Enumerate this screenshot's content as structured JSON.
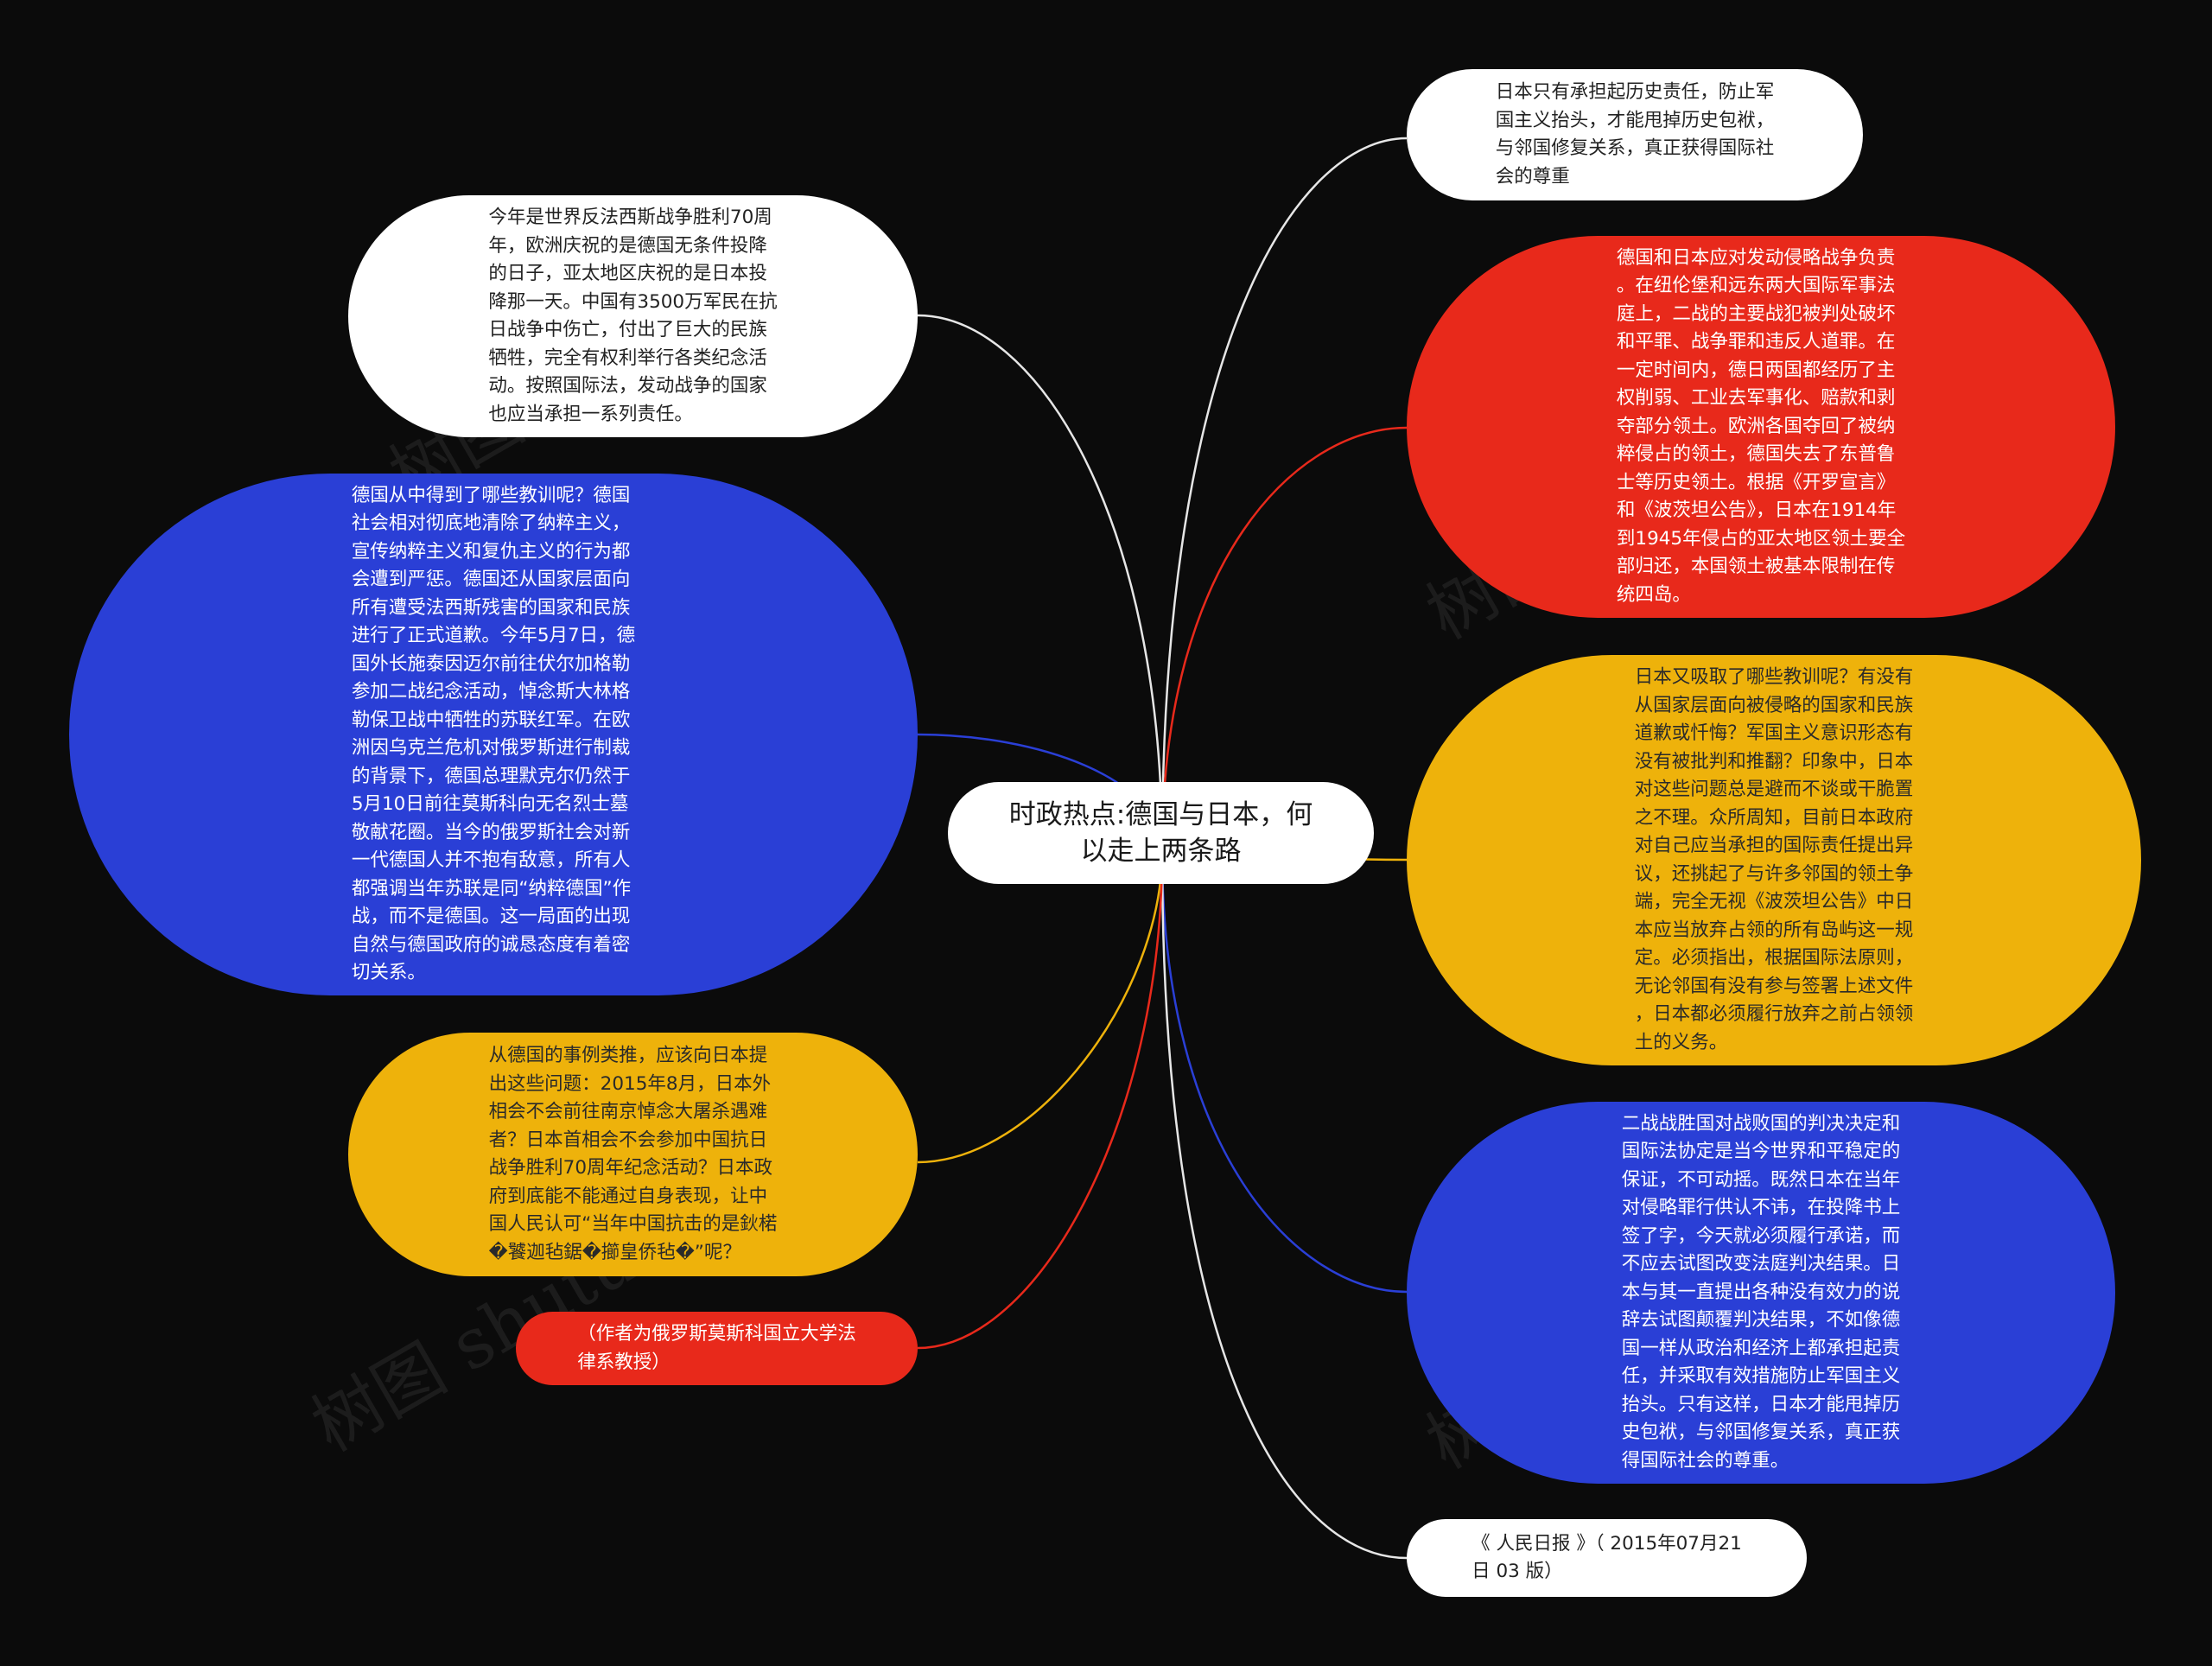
{
  "root": {
    "text": "时政热点:德国与日本，何\n以走上两条路"
  },
  "nodes": {
    "tr_white": {
      "text": "日本只有承担起历史责任，防止军\n国主义抬头，才能甩掉历史包袱，\n与邻国修复关系，真正获得国际社\n会的尊重"
    },
    "tl_white": {
      "text": "今年是世界反法西斯战争胜利70周\n年，欧洲庆祝的是德国无条件投降\n的日子，亚太地区庆祝的是日本投\n降那一天。中国有3500万军民在抗\n日战争中伤亡，付出了巨大的民族\n牺牲，完全有权利举行各类纪念活\n动。按照国际法，发动战争的国家\n也应当承担一系列责任。"
    },
    "r_red": {
      "text": "德国和日本应对发动侵略战争负责\n。在纽伦堡和远东两大国际军事法\n庭上，二战的主要战犯被判处破坏\n和平罪、战争罪和违反人道罪。在\n一定时间内，德日两国都经历了主\n权削弱、工业去军事化、赔款和剥\n夺部分领土。欧洲各国夺回了被纳\n粹侵占的领土，德国失去了东普鲁\n士等历史领土。根据《开罗宣言》\n和《波茨坦公告》，日本在1914年\n到1945年侵占的亚太地区领土要全\n部归还，本国领土被基本限制在传\n统四岛。"
    },
    "l_blue": {
      "text": "德国从中得到了哪些教训呢？德国\n社会相对彻底地清除了纳粹主义，\n宣传纳粹主义和复仇主义的行为都\n会遭到严惩。德国还从国家层面向\n所有遭受法西斯残害的国家和民族\n进行了正式道歉。今年5月7日，德\n国外长施泰因迈尔前往伏尔加格勒\n参加二战纪念活动，悼念斯大林格\n勒保卫战中牺牲的苏联红军。在欧\n洲因乌克兰危机对俄罗斯进行制裁\n的背景下，德国总理默克尔仍然于\n5月10日前往莫斯科向无名烈士墓\n敬献花圈。当今的俄罗斯社会对新\n一代德国人并不抱有敌意，所有人\n都强调当年苏联是同“纳粹德国”作\n战，而不是德国。这一局面的出现\n自然与德国政府的诚恳态度有着密\n切关系。"
    },
    "r_yellow": {
      "text": "日本又吸取了哪些教训呢？有没有\n从国家层面向被侵略的国家和民族\n道歉或忏悔？军国主义意识形态有\n没有被批判和推翻？印象中，日本\n对这些问题总是避而不谈或干脆置\n之不理。众所周知，目前日本政府\n对自己应当承担的国际责任提出异\n议，还挑起了与许多邻国的领土争\n端，完全无视《波茨坦公告》中日\n本应当放弃占领的所有岛屿这一规\n定。必须指出，根据国际法原则，\n无论邻国有没有参与签署上述文件\n，日本都必须履行放弃之前占领领\n土的义务。"
    },
    "l_yellow": {
      "text": "从德国的事例类推，应该向日本提\n出这些问题：2015年8月，日本外\n相会不会前往南京悼念大屠杀遇难\n者？日本首相会不会参加中国抗日\n战争胜利70周年纪念活动？日本政\n府到底能不能通过自身表现，让中\n国人民认可“当年中国抗击的是鈥楉\n�饕迦毡鋸�擳皇侨毡�”呢？"
    },
    "r_blue": {
      "text": "二战战胜国对战败国的判决决定和\n国际法协定是当今世界和平稳定的\n保证，不可动摇。既然日本在当年\n对侵略罪行供认不讳，在投降书上\n签了字，今天就必须履行承诺，而\n不应去试图改变法庭判决结果。日\n本与其一直提出各种没有效力的说\n辞去试图颠覆判决结果，不如像德\n国一样从政治和经济上都承担起责\n任，并采取有效措施防止军国主义\n抬头。只有这样，日本才能甩掉历\n史包袱，与邻国修复关系，真正获\n得国际社会的尊重。"
    },
    "l_red": {
      "text": "（作者为俄罗斯莫斯科国立大学法\n律系教授）"
    },
    "br_white": {
      "text": "《 人民日报 》（ 2015年07月21\n日 03 版）"
    }
  },
  "watermark": "树图 shutu.cn",
  "colors": {
    "background": "#0b0b0b",
    "white_node": "#ffffff",
    "red_node": "#e8291b",
    "blue_node": "#2a3fd6",
    "yellow_node": "#eeb20b",
    "edge_white": "#e6e6e6",
    "edge_red": "#e8291b",
    "edge_blue": "#2a3fd6",
    "edge_yellow": "#eeb20b"
  }
}
